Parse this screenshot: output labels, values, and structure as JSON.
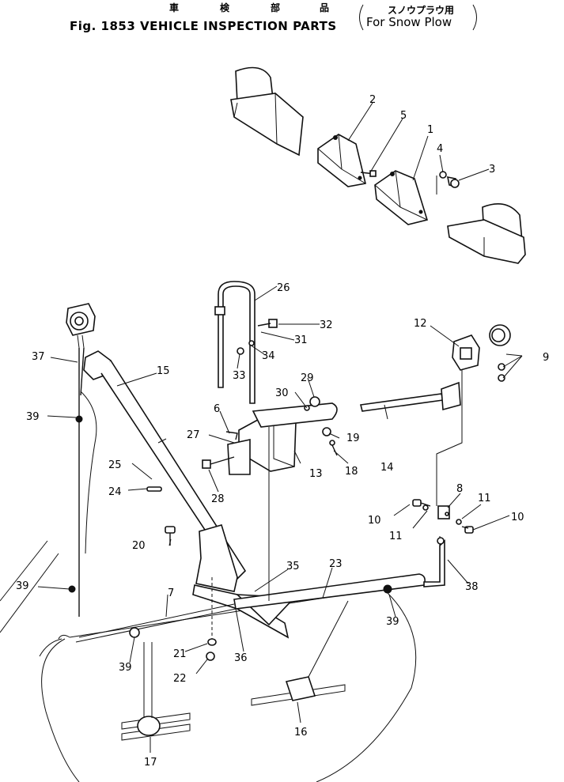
{
  "header": {
    "kanji_chars": [
      "車",
      "検",
      "部",
      "品"
    ],
    "title": "Fig. 1853  VEHICLE INSPECTION PARTS",
    "subtitle_jp": "スノウプラウ用",
    "subtitle_en": "For Snow Plow"
  },
  "callouts": [
    "1",
    "2",
    "3",
    "4",
    "5",
    "6",
    "7",
    "8",
    "9",
    "10",
    "10",
    "11",
    "11",
    "12",
    "13",
    "14",
    "15",
    "16",
    "17",
    "18",
    "19",
    "20",
    "21",
    "22",
    "23",
    "24",
    "25",
    "26",
    "27",
    "28",
    "29",
    "30",
    "31",
    "32",
    "33",
    "34",
    "35",
    "36",
    "37",
    "38",
    "39",
    "39",
    "39",
    "39"
  ]
}
